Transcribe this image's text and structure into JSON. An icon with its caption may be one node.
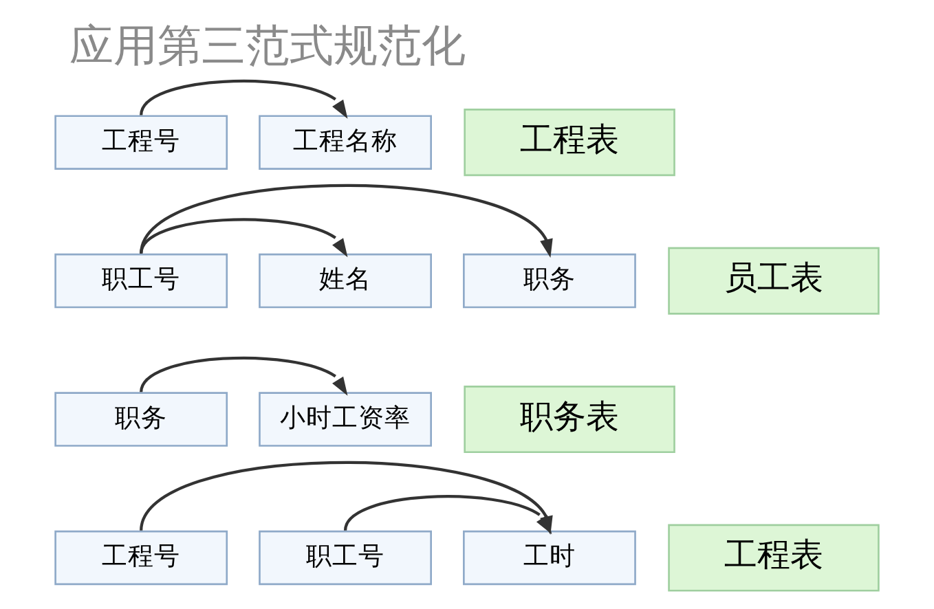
{
  "diagram": {
    "title": "应用第三范式规范化",
    "nodes": [
      {
        "text": [
          "工程号"
        ]
      },
      {
        "text": [
          "工程名称"
        ]
      },
      {
        "text": [
          "工程表"
        ]
      },
      {
        "text": [
          "职工号"
        ]
      },
      {
        "text": [
          "姓名"
        ]
      },
      {
        "text": [
          "职务"
        ]
      },
      {
        "text": [
          "员工表"
        ]
      },
      {
        "text": [
          "职务"
        ]
      },
      {
        "text": [
          "小时工资率"
        ]
      },
      {
        "text": [
          "职务表"
        ]
      },
      {
        "text": [
          "工程号"
        ]
      },
      {
        "text": [
          "职工号"
        ]
      },
      {
        "text": [
          "工时"
        ]
      },
      {
        "text": [
          "工程表"
        ]
      }
    ],
    "edges": [
      {
        "from": 0,
        "to": 1,
        "arrow": "to"
      },
      {
        "from": 3,
        "to": 4,
        "arrow": "to"
      },
      {
        "from": 3,
        "to": 5,
        "arrow": "to"
      },
      {
        "from": 7,
        "to": 8,
        "arrow": "to"
      },
      {
        "from": 10,
        "to": 12,
        "arrow": "to"
      },
      {
        "from": 11,
        "to": 12,
        "arrow": "to"
      }
    ]
  }
}
